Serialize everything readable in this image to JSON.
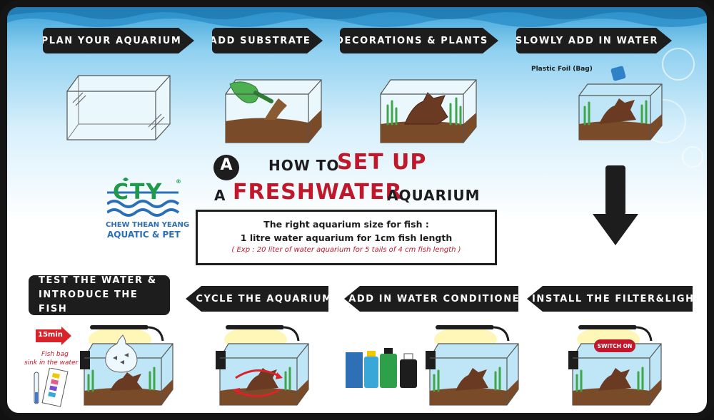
{
  "title": {
    "badge": "A",
    "how_to": "HOW TO",
    "set_up": "SET UP",
    "a": "A",
    "freshwater": "FRESHWATER",
    "aquarium": "AQUARIUM"
  },
  "steps": [
    {
      "label": "PLAN YOUR AQUARIUM"
    },
    {
      "label": "ADD SUBSTRATE"
    },
    {
      "label": "DECORATIONS & PLANTS"
    },
    {
      "label": "SLOWLY ADD IN WATER"
    },
    {
      "label": "INSTALL THE FILTER&LIGHT"
    },
    {
      "label": "ADD IN WATER CONDITIONER"
    },
    {
      "label": "CYCLE THE AQUARIUM"
    },
    {
      "label_line1": "TEST THE WATER &",
      "label_line2": "INTRODUCE THE FISH"
    }
  ],
  "annotations": {
    "plastic_foil": "Plastic Foil (Bag)",
    "switch_on": "SWITCH ON",
    "timer": "15min",
    "fish_bag_line1": "Fish bag",
    "fish_bag_line2": "sink in the water"
  },
  "info": {
    "line1": "The right aquarium size for fish :",
    "line2": "1 litre water aquarium for 1cm fish length",
    "line3": "( Exp : 20 liter of water aquarium for 5 tails of 4 cm fish length )"
  },
  "logo": {
    "mark": "CTY",
    "registered": "®",
    "name_line1": "CHEW THEAN YEANG",
    "name_line2": "AQUATIC & PET"
  },
  "colors": {
    "accent_red": "#c0182a",
    "dark": "#1d1d1d",
    "logo_green": "#1e9a4a",
    "logo_blue": "#2b6fb6"
  }
}
